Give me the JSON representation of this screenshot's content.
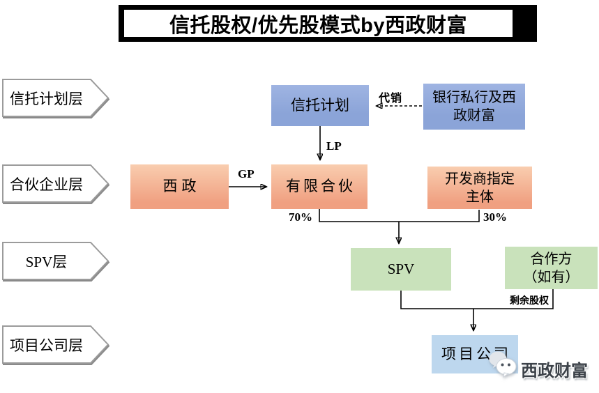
{
  "title": "信托股权/优先股模式by西政财富",
  "layers": [
    {
      "label": "信托计划层"
    },
    {
      "label": "合伙企业层"
    },
    {
      "label": "SPV层"
    },
    {
      "label": "项目公司层"
    }
  ],
  "nodes": {
    "trust_plan": {
      "label": "信托计划"
    },
    "bank": {
      "lines": [
        "银行私行及西",
        "政财富"
      ]
    },
    "xizheng": {
      "label": "西政"
    },
    "limited_partnership": {
      "label": "有限合伙"
    },
    "developer": {
      "lines": [
        "开发商指定",
        "主体"
      ]
    },
    "spv": {
      "label": "SPV"
    },
    "partner": {
      "lines": [
        "合作方",
        "（如有）"
      ]
    },
    "project": {
      "label": "项目公司"
    }
  },
  "edges": {
    "consignment": "代销",
    "lp": "LP",
    "gp": "GP",
    "pct70": "70%",
    "pct30": "30%",
    "residual": "剩余股权"
  },
  "watermark": "西政财富",
  "colors": {
    "node_blue": "#8BA4D8",
    "node_blue_light": "#9FB4E2",
    "node_orange": "#F0A081",
    "node_orange_light": "#F9CDAF",
    "node_green": "#C9E2BB",
    "node_lightblue": "#BDD7EE",
    "line": "#000000"
  }
}
